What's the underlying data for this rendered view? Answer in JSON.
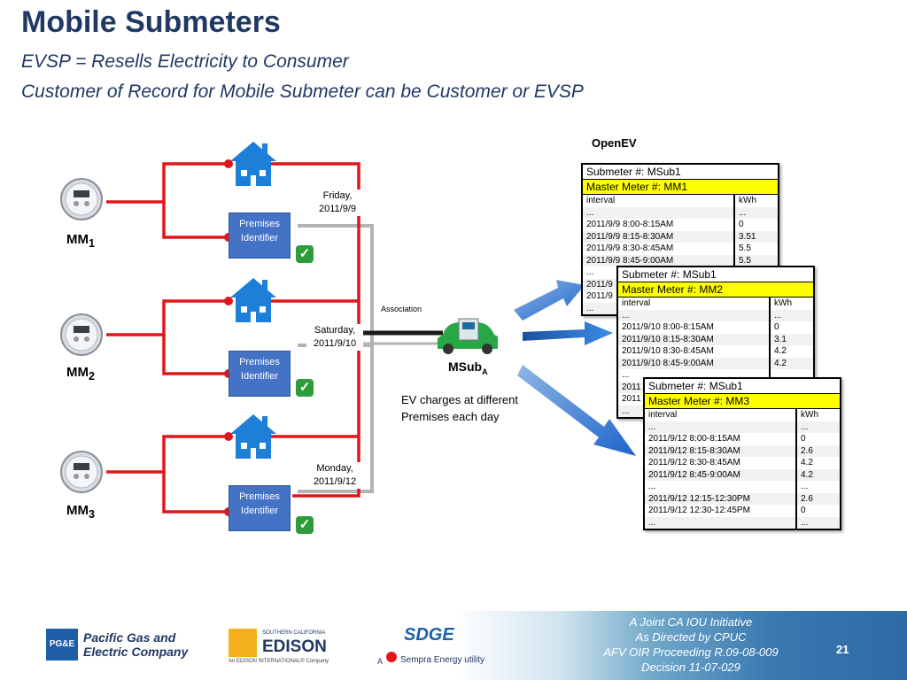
{
  "title": "Mobile Submeters",
  "subtitle1": "EVSP = Resells Electricity to Consumer",
  "subtitle2": "Customer of Record for Mobile Submeter can be Customer or EVSP",
  "meters": [
    {
      "label": "MM",
      "sub": "1"
    },
    {
      "label": "MM",
      "sub": "2"
    },
    {
      "label": "MM",
      "sub": "3"
    }
  ],
  "premises": {
    "line1": "Premises",
    "line2": "Identifier",
    "check": "✓"
  },
  "dates": [
    {
      "day": "Friday,",
      "date": "2011/9/9"
    },
    {
      "day": "Saturday,",
      "date": "2011/9/10"
    },
    {
      "day": "Monday,",
      "date": "2011/9/12"
    }
  ],
  "association": "Association",
  "msub": {
    "label": "MSub",
    "sub": "A"
  },
  "ev_note": {
    "line1": "EV charges at different",
    "line2": "Premises each day"
  },
  "openev": "OpenEV",
  "tables": [
    {
      "submeter": "Submeter #: MSub1",
      "master": "Master Meter #: MM1",
      "col1": "interval",
      "col2": "kWh",
      "rows": [
        [
          "...",
          "..."
        ],
        [
          "2011/9/9 8:00-8:15AM",
          "0"
        ],
        [
          "2011/9/9 8:15-8:30AM",
          "3.51"
        ],
        [
          "2011/9/9 8:30-8:45AM",
          "5.5"
        ],
        [
          "2011/9/9 8:45-9:00AM",
          "5.5"
        ],
        [
          "...",
          ""
        ],
        [
          "2011/9",
          ""
        ],
        [
          "2011/9",
          ""
        ],
        [
          "...",
          ""
        ]
      ]
    },
    {
      "submeter": "Submeter #: MSub1",
      "master": "Master Meter #: MM2",
      "col1": "interval",
      "col2": "kWh",
      "rows": [
        [
          "...",
          "..."
        ],
        [
          "2011/9/10 8:00-8:15AM",
          "0"
        ],
        [
          "2011/9/10 8:15-8:30AM",
          "3.1"
        ],
        [
          "2011/9/10 8:30-8:45AM",
          "4.2"
        ],
        [
          "2011/9/10 8:45-9:00AM",
          "4.2"
        ],
        [
          "...",
          ""
        ],
        [
          "2011",
          ""
        ],
        [
          "2011",
          ""
        ],
        [
          "...",
          ""
        ]
      ]
    },
    {
      "submeter": "Submeter #: MSub1",
      "master": "Master Meter #: MM3",
      "col1": "interval",
      "col2": "kWh",
      "rows": [
        [
          "...",
          "..."
        ],
        [
          "2011/9/12 8:00-8:15AM",
          "0"
        ],
        [
          "2011/9/12 8:15-8:30AM",
          "2.6"
        ],
        [
          "2011/9/12 8:30-8:45AM",
          "4.2"
        ],
        [
          "2011/9/12 8:45-9:00AM",
          "4.2"
        ],
        [
          "...",
          "..."
        ],
        [
          "2011/9/12 12:15-12:30PM",
          "2.6"
        ],
        [
          "2011/9/12 12:30-12:45PM",
          "0"
        ],
        [
          "...",
          "..."
        ]
      ]
    }
  ],
  "footer": {
    "line1": "A Joint CA IOU Initiative",
    "line2": "As Directed by CPUC",
    "line3": "AFV OIR Proceeding R.09-08-009",
    "line4": "Decision 11-07-029",
    "page": "21"
  },
  "logos": {
    "pge1": "Pacific Gas and",
    "pge2": "Electric Company",
    "pge_mark": "PG&E",
    "sce_small": "SOUTHERN CALIFORNIA",
    "sce_big": "EDISON",
    "sce_tag": "An EDISON INTERNATIONAL® Company",
    "sdge": "SDGE",
    "sempra_a": "A",
    "sempra": "Sempra Energy utility"
  },
  "colors": {
    "wire_red": "#e0161b",
    "wire_gray": "#b3b3b3",
    "premises_blue": "#4472c4",
    "house_blue": "#1e7fd8",
    "check_green": "#2e9c3a",
    "car_green": "#27a844",
    "highlight_yellow": "#ffff00"
  }
}
